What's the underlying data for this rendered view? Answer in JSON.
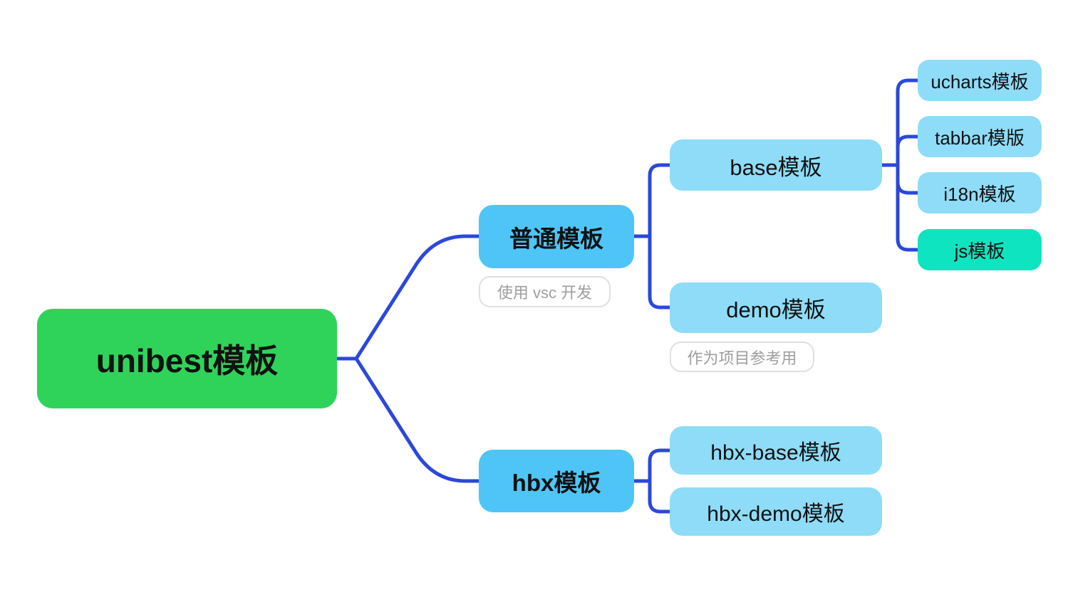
{
  "colors": {
    "background": "#FFFFFF",
    "root_node": "#2FD35A",
    "main_branch": "#4EC5F6",
    "child_node": "#8EDCF8",
    "highlight_node": "#0EE4C0",
    "connector": "#2B48D9",
    "note_border": "#E0E0E0",
    "note_text": "#9E9E9E",
    "node_text": "#111111"
  },
  "mindmap": {
    "root": {
      "label": "unibest模板"
    },
    "branches": [
      {
        "label": "普通模板",
        "note": "使用 vsc 开发",
        "children": [
          {
            "label": "base模板",
            "children": [
              {
                "label": "ucharts模板"
              },
              {
                "label": "tabbar模版"
              },
              {
                "label": "i18n模板"
              },
              {
                "label": "js模板"
              }
            ]
          },
          {
            "label": "demo模板",
            "note": "作为项目参考用"
          }
        ]
      },
      {
        "label": "hbx模板",
        "children": [
          {
            "label": "hbx-base模板"
          },
          {
            "label": "hbx-demo模板"
          }
        ]
      }
    ]
  }
}
